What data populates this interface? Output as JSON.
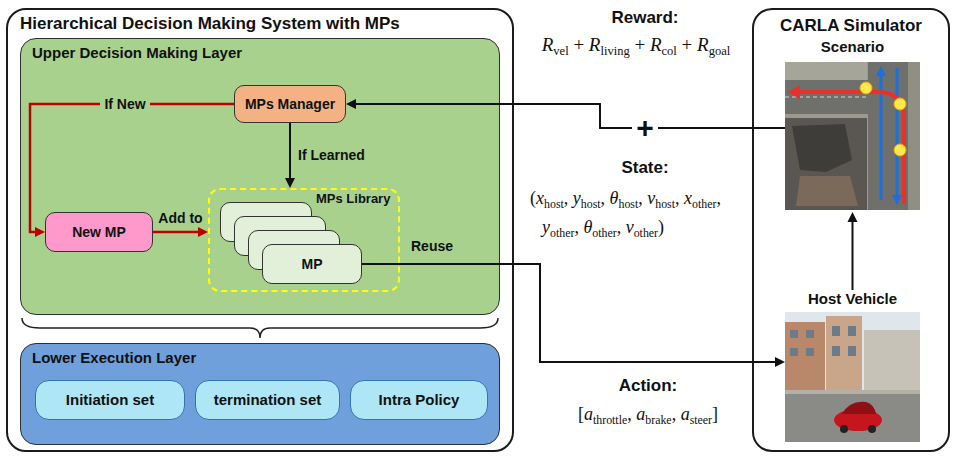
{
  "diagram": {
    "nodes": [
      {
        "text": [
          "Hierarchical Decision Making System with MPs"
        ]
      },
      {
        "text": [
          "Upper Decision Making Layer"
        ],
        "in": 0
      },
      {
        "text": [
          "MPs Manager"
        ],
        "in": 1
      },
      {
        "text": [
          "New MP"
        ],
        "in": 1
      },
      {
        "text": [
          "MPs Library"
        ],
        "in": 1
      },
      {
        "text": [
          "MP"
        ],
        "in": 4
      },
      {
        "text": [
          "Lower Execution Layer"
        ],
        "in": 0
      },
      {
        "text": [
          "Initiation set"
        ],
        "in": 6
      },
      {
        "text": [
          "termination set"
        ],
        "in": 6
      },
      {
        "text": [
          "Intra Policy"
        ],
        "in": 6
      },
      {
        "text": [
          "CARLA Simulator"
        ]
      },
      {
        "text": [
          "Scenario"
        ],
        "in": 10
      },
      {
        "text": [
          "Host Vehicle"
        ],
        "in": 10
      }
    ],
    "edges": [
      {
        "from": 2,
        "to": 3,
        "arrow": "to",
        "label": "If New"
      },
      {
        "from": 2,
        "to": 4,
        "arrow": "to",
        "label": "If Learned"
      },
      {
        "from": 3,
        "to": 4,
        "arrow": "to",
        "label": "Add to"
      },
      {
        "from": 5,
        "to": 12,
        "arrow": "to"
      },
      {
        "from": 12,
        "to": 11,
        "arrow": "to"
      },
      {
        "from": 11,
        "to": 2,
        "arrow": "to",
        "label": "+"
      }
    ],
    "labels": [
      "Reward:",
      "Rvel + Rliving + Rcol + Rgoal",
      "State:",
      "(xhost, yhost, θhost, vhost, xother, yother, θother, vother)",
      "Reuse",
      "Action:",
      "[athrottle, abrake, asteer]"
    ]
  }
}
